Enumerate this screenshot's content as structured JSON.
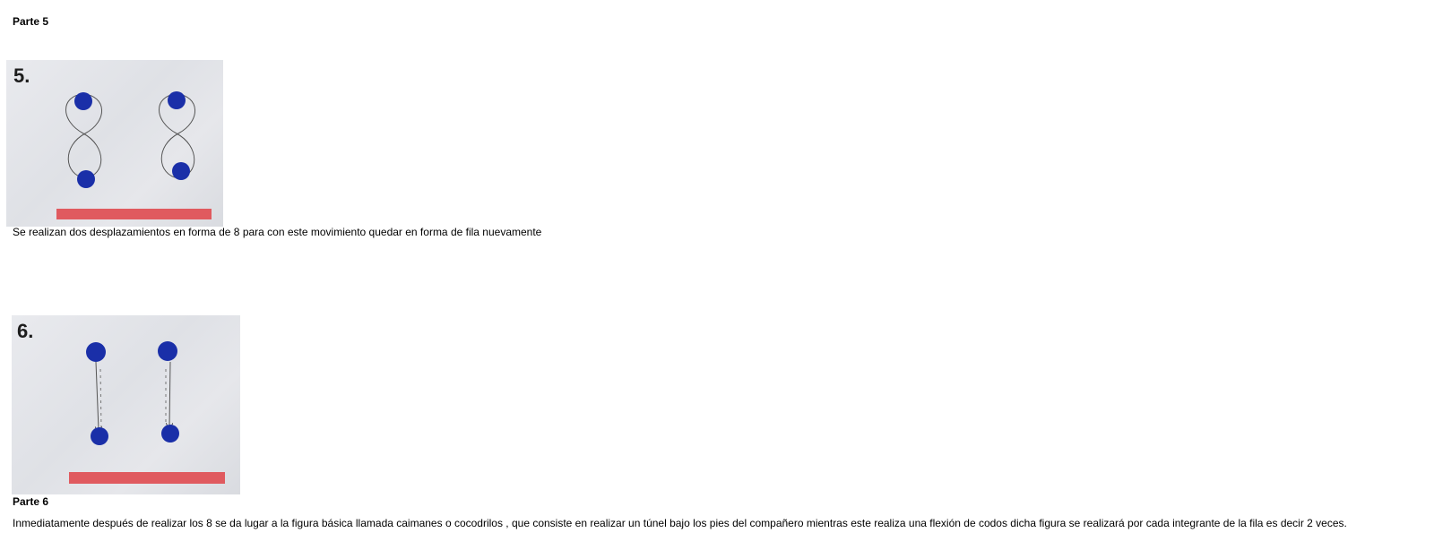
{
  "section5": {
    "heading": "Parte 5",
    "figure": {
      "step_number": "5.",
      "icons": [
        "dancer-marker-icon",
        "figure-eight-path-icon",
        "red-line-marker"
      ]
    },
    "description": "Se realizan dos desplazamientos en forma de 8 para con este movimiento  quedar en forma de fila nuevamente"
  },
  "section6": {
    "figure": {
      "step_number": "6.",
      "icons": [
        "dancer-marker-icon",
        "down-arrow-path-icon",
        "red-line-marker"
      ]
    },
    "heading": "Parte 6",
    "description": "Inmediatamente después de realizar los 8 se da lugar a la figura básica llamada caimanes o cocodrilos , que consiste en realizar un túnel bajo los pies del compañero mientras este realiza una flexión de codos dicha figura se realizará por cada integrante de la fila es decir 2 veces."
  },
  "colors": {
    "marker_blue": "#1a2fa8",
    "line_red": "#e05a5f",
    "paper": "#e3e4e8"
  }
}
